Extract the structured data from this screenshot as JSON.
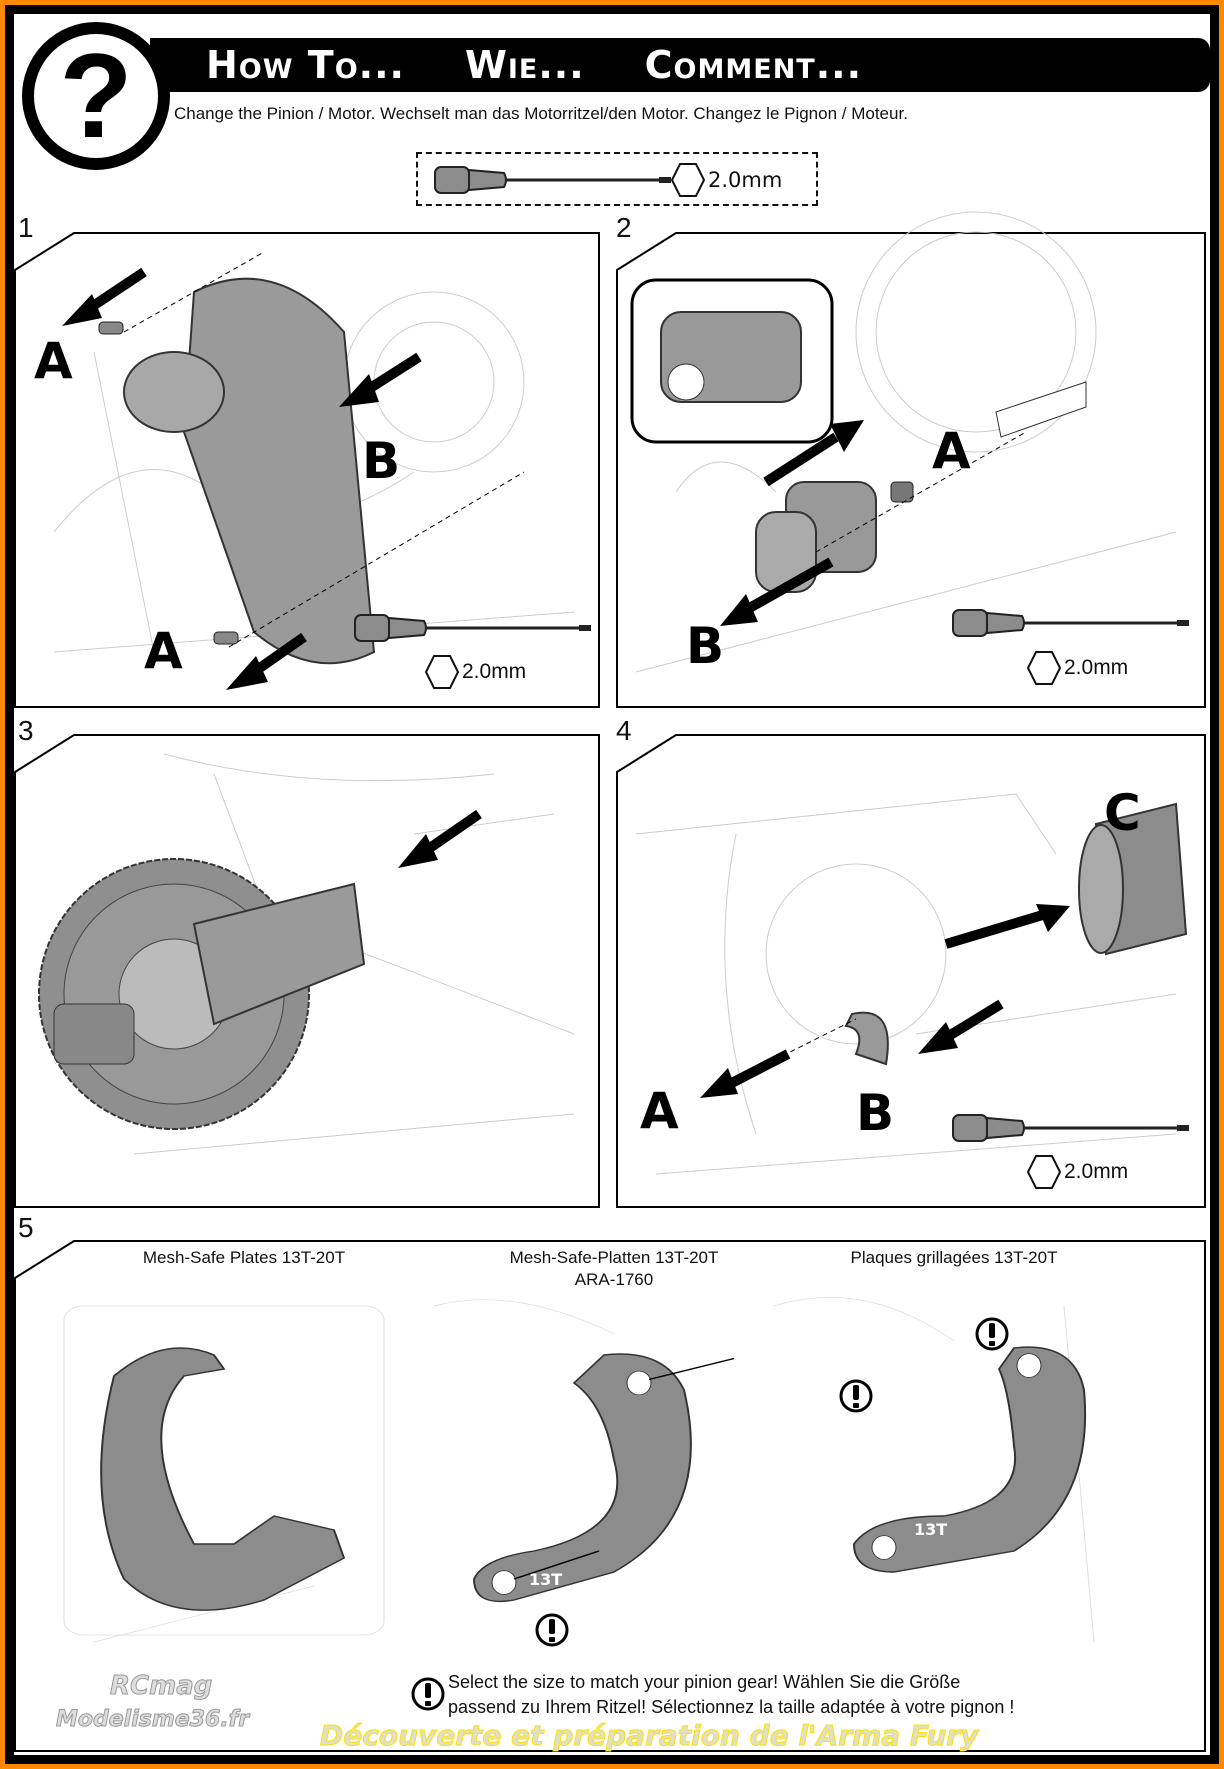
{
  "header": {
    "title_parts": [
      "How To...",
      "Wie...",
      "Comment..."
    ],
    "subtitle": "Change the Pinion / Motor.  Wechselt man das Motorritzel/den Motor.  Changez le Pignon / Moteur.",
    "question_mark": "?"
  },
  "tool": {
    "size": "2.0mm",
    "icon": "hex-screwdriver-icon"
  },
  "steps": [
    {
      "number": "1",
      "labels": {
        "a_top": "A",
        "b": "B",
        "a_bottom": "A"
      },
      "tool_size": "2.0mm"
    },
    {
      "number": "2",
      "labels": {
        "a": "A",
        "b": "B"
      },
      "tool_size": "2.0mm"
    },
    {
      "number": "3"
    },
    {
      "number": "4",
      "labels": {
        "a": "A",
        "b": "B",
        "c": "C"
      },
      "tool_size": "2.0mm"
    },
    {
      "number": "5",
      "captions": [
        "Mesh-Safe Plates 13T-20T",
        "Mesh-Safe-Platten 13T-20T",
        "ARA-1760",
        "Plaques grillagées 13T-20T"
      ],
      "plate_label": "13T",
      "note": [
        "Select the size to match your pinion gear!  Wählen Sie die Größe",
        "passend zu Ihrem Ritzel! Sélectionnez la taille adaptée à votre pignon !"
      ],
      "warning_icon": "!"
    }
  ],
  "watermark": {
    "line1": "RCmag",
    "line2": "Modelisme36.fr",
    "banner": "Découverte et préparation de l'Arma Fury"
  },
  "colors": {
    "border": "#ff8a00",
    "frame": "#000000",
    "part_gray": "#8c8c8c"
  }
}
